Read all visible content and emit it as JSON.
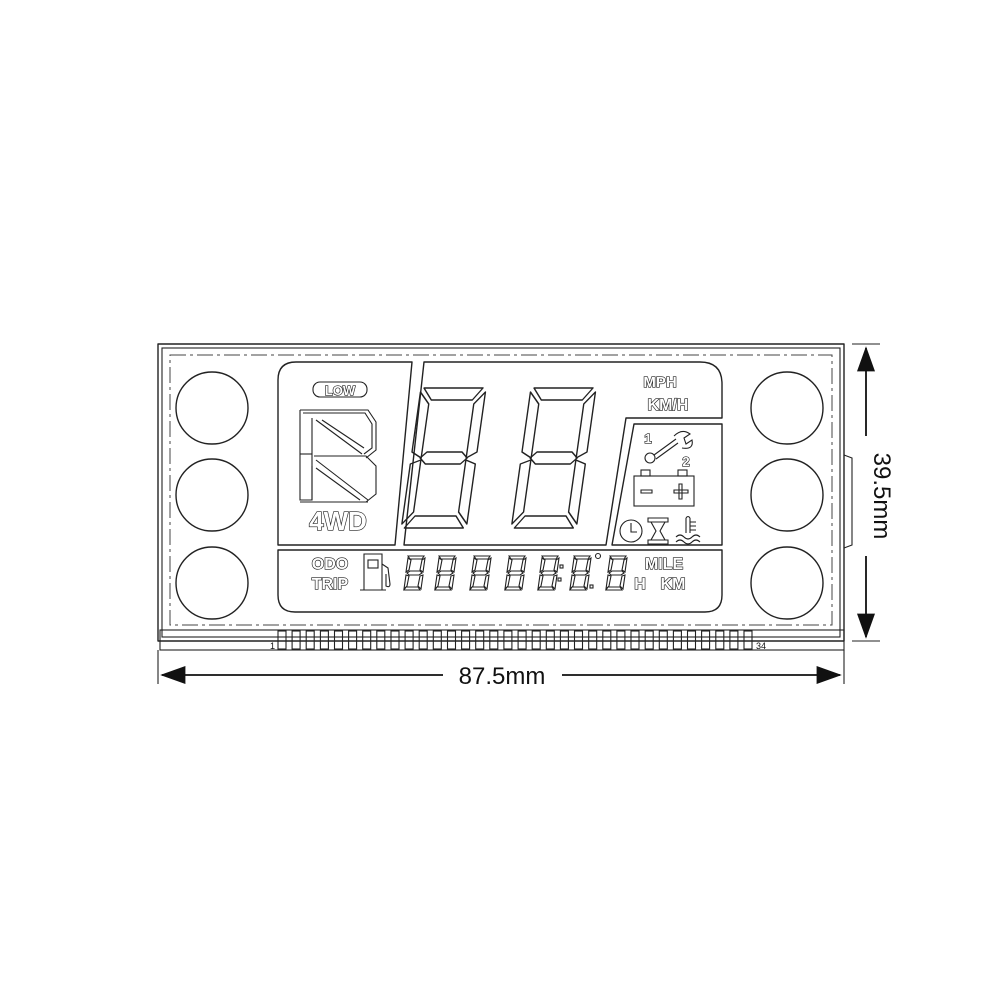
{
  "dimensions": {
    "width_label": "87.5mm",
    "height_label": "39.5mm"
  },
  "connector": {
    "pin_first": "1",
    "pin_last": "34",
    "pin_count": 34
  },
  "gear": {
    "low_label": "LOW",
    "drive_label": "4WD"
  },
  "speed": {
    "unit_mph": "MPH",
    "unit_kmh": "KM/H"
  },
  "odometer": {
    "odo_label": "ODO",
    "trip_label": "TRIP",
    "unit_mile": "MILE",
    "unit_h": "H",
    "unit_km": "KM"
  },
  "service": {
    "label_1": "1",
    "label_2": "2"
  },
  "icons": [
    "wrench-icon",
    "battery-icon",
    "clock-icon",
    "hourglass-icon",
    "coolant-temp-icon",
    "fuel-pump-icon"
  ]
}
